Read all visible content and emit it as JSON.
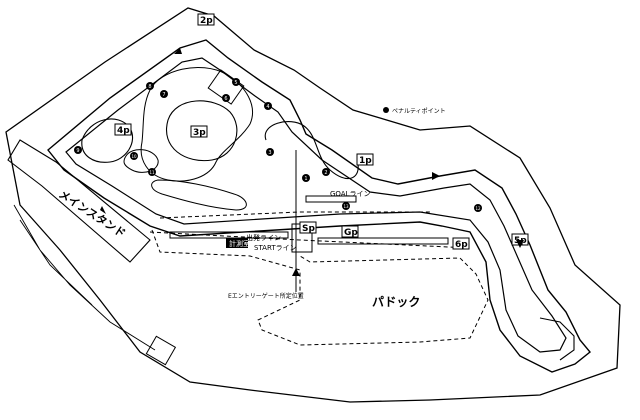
{
  "map": {
    "parking_labels": [
      "2p",
      "4p",
      "3p",
      "1p",
      "6p",
      "5p",
      "Gp",
      "Sp"
    ],
    "corner_numbers": [
      "1",
      "2",
      "3",
      "4",
      "5",
      "6",
      "7",
      "8",
      "9",
      "10",
      "11",
      "12",
      "13"
    ],
    "paddock_label": "パドック",
    "main_stand_label": "メインスタンド",
    "goal_line_label": "GOALライン",
    "start_line_label": "STARTライン",
    "pit_line_label": "出発ライン",
    "timing_label": "計測室",
    "entrance_label": "Eエントリーゲート所定位置",
    "penalty_label": "ペナルティポイント"
  }
}
